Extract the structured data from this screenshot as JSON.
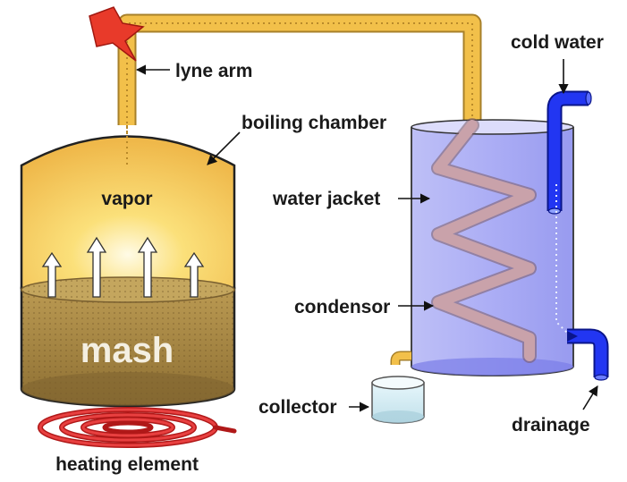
{
  "labels": {
    "lyne_arm": "lyne arm",
    "boiling_chamber": "boiling chamber",
    "vapor": "vapor",
    "mash": "mash",
    "heating_element": "heating element",
    "water_jacket": "water jacket",
    "condensor": "condensor",
    "collector": "collector",
    "cold_water": "cold water",
    "drainage": "drainage"
  },
  "colors": {
    "pipe": "#f2c04a",
    "chamber_top": "#f3c85a",
    "mash": "#b09048",
    "jacket_water": "#9a9cf0",
    "coil": "#c4a0a8",
    "water_pipe": "#1c2ff0",
    "heater": "#e02020"
  }
}
